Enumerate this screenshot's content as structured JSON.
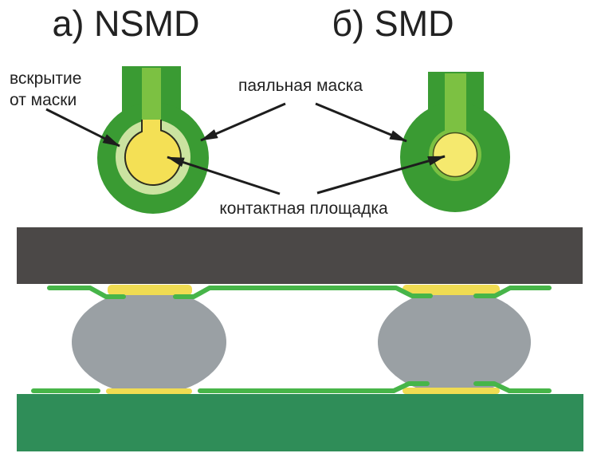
{
  "titles": {
    "panel_a": "а) NSMD",
    "panel_b": "б) SMD"
  },
  "labels": {
    "mask_opening_line1": "вскрытие",
    "mask_opening_line2": "от маски",
    "solder_mask": "паяльная маска",
    "contact_pad": "контактная площадка"
  },
  "colors": {
    "solder_mask_dark": "#3a9b33",
    "copper_trace": "#7cc142",
    "mask_line": "#47b549",
    "mask_opening_pale": "#cbe3a0",
    "pad_yellow": "#f4e055",
    "pad_yellow_smd": "#f5e96e",
    "pad_yellow_section": "#f0dc52",
    "ball_gray": "#9aa0a4",
    "chip_gray": "#4b4847",
    "pcb_green": "#2f8d58",
    "outline_dark": "#2d2d1f",
    "outline_olive": "#44511f",
    "arrow_black": "#1d1d1d",
    "text_dark": "#222222"
  }
}
